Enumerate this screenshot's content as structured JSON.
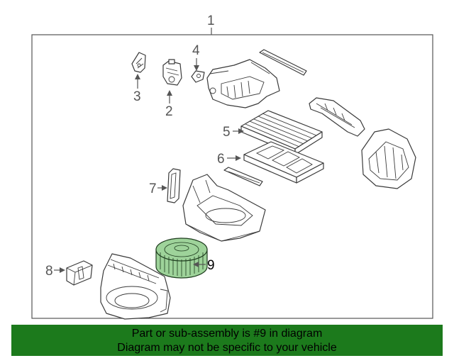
{
  "callouts": {
    "c1": "1",
    "c2": "2",
    "c3": "3",
    "c4": "4",
    "c5": "5",
    "c6": "6",
    "c7": "7",
    "c8": "8",
    "c9": "9"
  },
  "banner": {
    "line1": "Part or sub-assembly is #9 in diagram",
    "line2": "Diagram may not be specific to your vehicle"
  },
  "colors": {
    "banner_bg": "#1c7a1c",
    "highlight_part": "#9ed39a"
  }
}
